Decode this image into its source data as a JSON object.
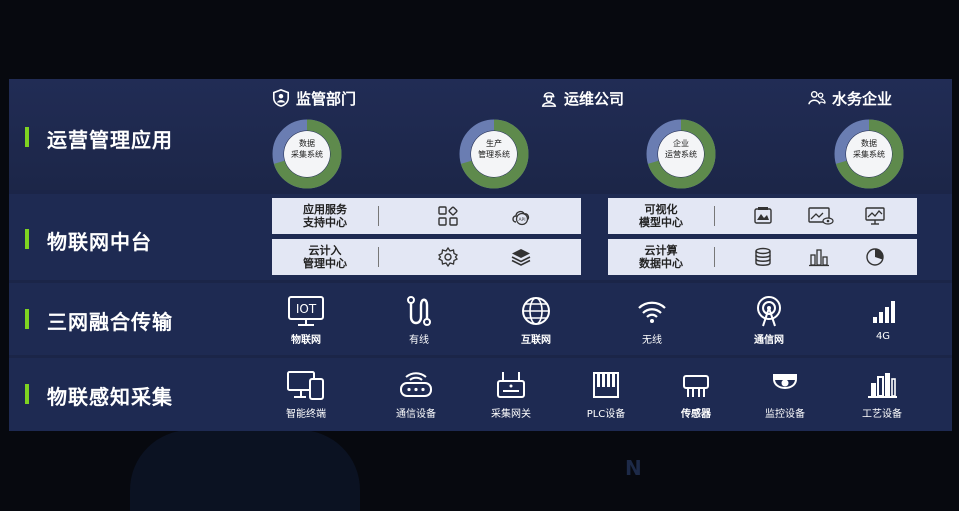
{
  "audiences": [
    {
      "label": "监管部门",
      "icon": "shield-user-icon"
    },
    {
      "label": "运维公司",
      "icon": "worker-icon"
    },
    {
      "label": "水务企业",
      "icon": "group-icon"
    }
  ],
  "layers": [
    {
      "title": "运营管理应用"
    },
    {
      "title": "物联网中台"
    },
    {
      "title": "三网融合传输"
    },
    {
      "title": "物联感知采集"
    }
  ],
  "applications": [
    {
      "label": "数据\n采集系统"
    },
    {
      "label": "生产\n管理系统"
    },
    {
      "label": "企业\n运营系统"
    },
    {
      "label": "数据\n采集系统"
    }
  ],
  "platform_cards": [
    {
      "label": "应用服务\n支持中心",
      "icons": [
        "apps-grid-icon",
        "api-cloud-icon"
      ]
    },
    {
      "label": "云计入\n管理中心",
      "icons": [
        "gear-icon",
        "layers-icon"
      ]
    },
    {
      "label": "可视化\n模型中心",
      "icons": [
        "image-chart-icon",
        "monitor-eye-icon",
        "screen-chart-icon"
      ]
    },
    {
      "label": "云计算\n数据中心",
      "icons": [
        "database-icon",
        "bar-chart-icon",
        "pie-chart-icon"
      ]
    }
  ],
  "transport": [
    {
      "label": "物联网",
      "icon": "iot-screen-icon",
      "iot_text": "IOT"
    },
    {
      "label": "有线",
      "icon": "wired-icon"
    },
    {
      "label": "互联网",
      "icon": "globe-icon"
    },
    {
      "label": "无线",
      "icon": "wifi-icon"
    },
    {
      "label": "通信网",
      "icon": "antenna-icon"
    },
    {
      "label": "4G",
      "icon": "signal-bars-icon"
    }
  ],
  "devices": [
    {
      "label": "智能终端",
      "icon": "terminal-devices-icon"
    },
    {
      "label": "通信设备",
      "icon": "router-icon"
    },
    {
      "label": "采集网关",
      "icon": "gateway-icon"
    },
    {
      "label": "PLC设备",
      "icon": "plc-icon"
    },
    {
      "label": "传感器",
      "icon": "sensor-icon"
    },
    {
      "label": "监控设备",
      "icon": "camera-icon"
    },
    {
      "label": "工艺设备",
      "icon": "equipment-icon"
    }
  ],
  "colors": {
    "accent": "#7ed321",
    "ring_green": "#5e8a4c",
    "ring_blue": "#6a7db2",
    "panel": "#1e2a52"
  }
}
